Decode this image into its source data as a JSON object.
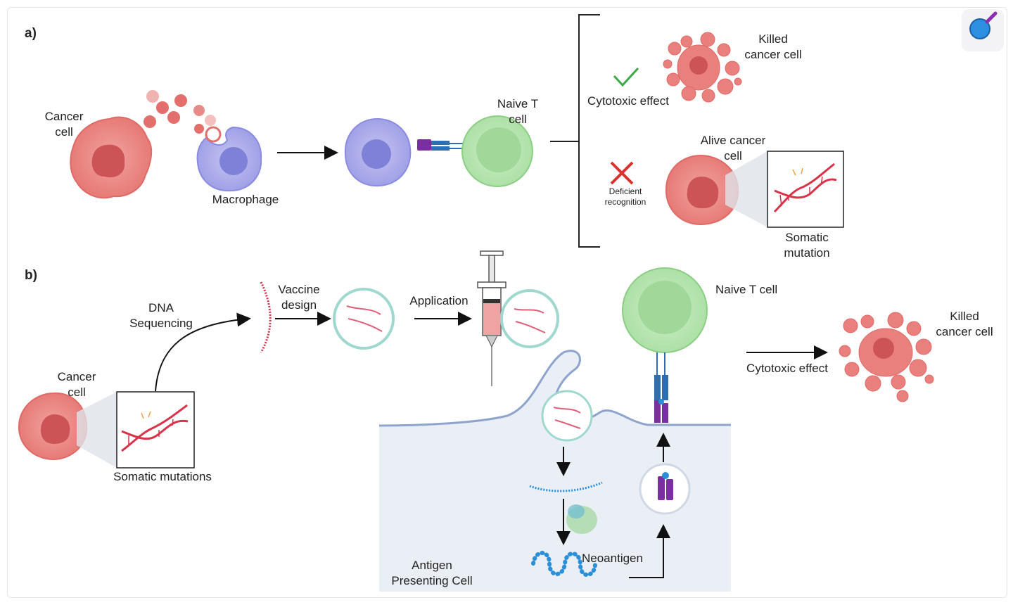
{
  "panel_a": {
    "letter": "a)",
    "cancer_cell": "Cancer\ncell",
    "macrophage": "Macrophage",
    "naive_t_cell": "Naive T\ncell",
    "cytotoxic_effect": "Cytotoxic effect",
    "killed_cancer_cell": "Killed\ncancer cell",
    "alive_cancer_cell": "Alive cancer\ncell",
    "deficient_recognition": "Deficient\nrecognition",
    "somatic_mutation": "Somatic\nmutation"
  },
  "panel_b": {
    "letter": "b)",
    "cancer_cell": "Cancer\ncell",
    "somatic_mutations": "Somatic mutations",
    "dna_sequencing": "DNA\nSequencing",
    "vaccine_design": "Vaccine\ndesign",
    "application": "Application",
    "naive_t_cell": "Naive T cell",
    "cytotoxic_effect": "Cytotoxic effect",
    "killed_cancer_cell": "Killed\ncancer cell",
    "neoantigen": "Neoantigen",
    "antigen_presenting_cell": "Antigen\nPresenting Cell"
  },
  "colors": {
    "cancer": "#e9807d",
    "cancer_nucleus": "#c94f52",
    "macrophage": "#a6a6ea",
    "macrophage_nucleus": "#7d7fd6",
    "t_cell": "#b9e6b3",
    "t_cell_nucleus": "#94d38e",
    "dna": "#d9334a",
    "mrna": "#e0607a",
    "vesicle": "#9fd8cf",
    "membrane": "#8ea4cc",
    "apc_fill": "#eaeef5",
    "receptor_blue": "#2f6fb0",
    "receptor_purple": "#7a2fa0",
    "check": "#3fa84a",
    "cross": "#d8342e",
    "neoantigen": "#2a8fd8"
  },
  "icons": [
    "check-icon",
    "cross-icon",
    "magnifier-logo-icon"
  ]
}
